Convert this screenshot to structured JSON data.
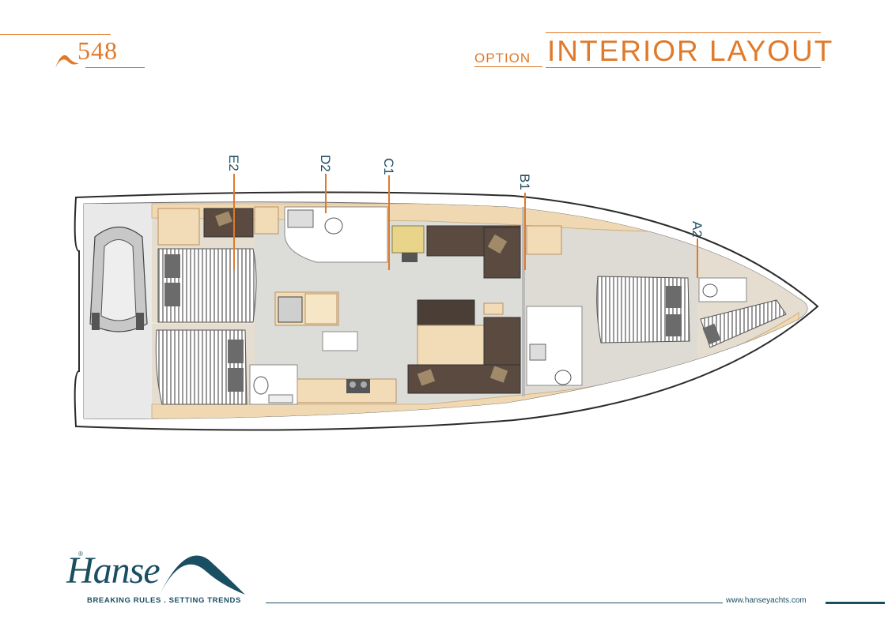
{
  "header": {
    "model": "548",
    "option_label": "OPTION",
    "title": "INTERIOR LAYOUT",
    "accent_color": "#e07a2a"
  },
  "sections": [
    "E2",
    "D2",
    "C1",
    "B1",
    "A2"
  ],
  "footer": {
    "brand": "Hanse",
    "tagline": "BREAKING RULES . SETTING TRENDS",
    "website": "www.hanseyachts.com",
    "brand_color": "#1a4e63"
  }
}
